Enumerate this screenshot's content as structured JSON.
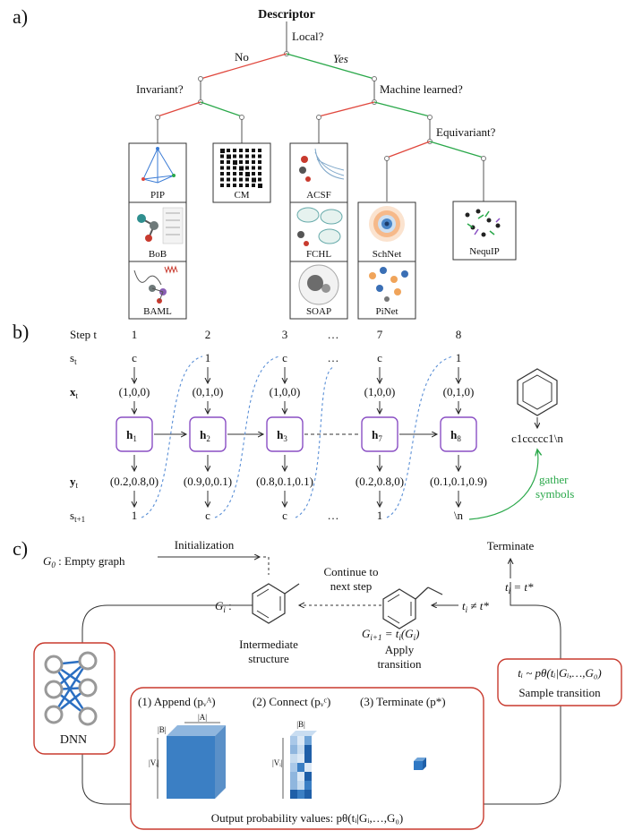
{
  "panels": {
    "a": "a)",
    "b": "b)",
    "c": "c)"
  },
  "a": {
    "root": "Descriptor",
    "q_local": "Local?",
    "no": "No",
    "yes": "Yes",
    "q_invariant": "Invariant?",
    "q_ml": "Machine learned?",
    "q_equivariant": "Equivariant?",
    "boxes": [
      "PIP",
      "BoB",
      "BAML",
      "CM",
      "ACSF",
      "FCHL",
      "SOAP",
      "SchNet",
      "PiNet",
      "NequIP"
    ]
  },
  "b": {
    "step_label": "Step t",
    "steps": [
      "1",
      "2",
      "3",
      "…",
      "7",
      "8"
    ],
    "st_label": "s",
    "st_sub": "t",
    "st_values": [
      "c",
      "1",
      "c",
      "…",
      "c",
      "1"
    ],
    "xt_label": "x",
    "xt_sub": "t",
    "xt_values": [
      "(1,0,0)",
      "(0,1,0)",
      "(1,0,0)",
      "(1,0,0)",
      "(0,1,0)"
    ],
    "h_label": "h",
    "h_subs": [
      "1",
      "2",
      "3",
      "7",
      "8"
    ],
    "yt_label": "y",
    "yt_sub": "t",
    "yt_values": [
      "(0.2,0.8,0)",
      "(0.9,0,0.1)",
      "(0.8,0.1,0.1)",
      "(0.2,0.8,0)",
      "(0.1,0.1,0.9)"
    ],
    "st1_label": "s",
    "st1_sub": "t+1",
    "st1_values": [
      "1",
      "c",
      "c",
      "…",
      "1",
      "\\n"
    ],
    "smiles": "c1ccccc1\\n",
    "gather": [
      "gather",
      "symbols"
    ]
  },
  "c": {
    "g0_label": "G",
    "g0_sub": "0",
    "g0_text": " : Empty graph",
    "init": "Initialization",
    "terminate": "Terminate",
    "t_eq": "t",
    "t_eq_rest": " = t*",
    "continue": [
      "Continue to",
      "next step"
    ],
    "gi_label": "G",
    "gi_sub": "i",
    "gi_colon": " :",
    "t_neq": "t",
    "t_neq_rest": " ≠ t*",
    "intermediate": [
      "Intermediate",
      "structure"
    ],
    "gi1": "G",
    "gi1_sub": "i+1",
    "gi1_rest": " = t",
    "gi1_end": "(G",
    "apply": [
      "Apply",
      "transition"
    ],
    "sample_formula": "tᵢ ~ pθ(tᵢ|Gᵢ,…,G₀)",
    "sample": "Sample transition",
    "dnn": "DNN",
    "append": "(1) Append (pᵥᴬ)",
    "connect": "(2) Connect (pᵥᶜ)",
    "term3": "(3) Terminate (p*)",
    "dim_B": "|B|",
    "dim_A": "|A|",
    "dim_V": "|Vᵢ|",
    "output": "Output probability values: pθ(tᵢ|Gᵢ,…,G₀)"
  },
  "colors": {
    "red": "#e0473d",
    "green": "#2aa84a",
    "purple": "#8a4fc4",
    "blue": "#2b6fc2"
  }
}
